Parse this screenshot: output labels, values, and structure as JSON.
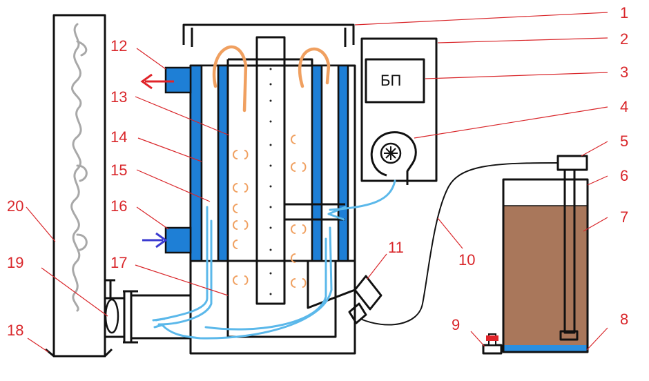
{
  "diagram": {
    "power_unit_label": "БП",
    "callouts": [
      {
        "id": "1",
        "label": "1"
      },
      {
        "id": "2",
        "label": "2"
      },
      {
        "id": "3",
        "label": "3"
      },
      {
        "id": "4",
        "label": "4"
      },
      {
        "id": "5",
        "label": "5"
      },
      {
        "id": "6",
        "label": "6"
      },
      {
        "id": "7",
        "label": "7"
      },
      {
        "id": "8",
        "label": "8"
      },
      {
        "id": "9",
        "label": "9"
      },
      {
        "id": "10",
        "label": "10"
      },
      {
        "id": "11",
        "label": "11"
      },
      {
        "id": "12",
        "label": "12"
      },
      {
        "id": "13",
        "label": "13"
      },
      {
        "id": "14",
        "label": "14"
      },
      {
        "id": "15",
        "label": "15"
      },
      {
        "id": "16",
        "label": "16"
      },
      {
        "id": "17",
        "label": "17"
      },
      {
        "id": "18",
        "label": "18"
      },
      {
        "id": "19",
        "label": "19"
      },
      {
        "id": "20",
        "label": "20"
      }
    ],
    "colors": {
      "callout": "#d9262a",
      "water_jacket": "#1e7fd6",
      "air_flow": "#5bb8ea",
      "flame": "#f0a060",
      "oil": "#a9775b",
      "hot_water_arrow": "#e0242a",
      "cold_water_arrow": "#3a3ad0",
      "smoke": "#a8a8a8"
    }
  }
}
